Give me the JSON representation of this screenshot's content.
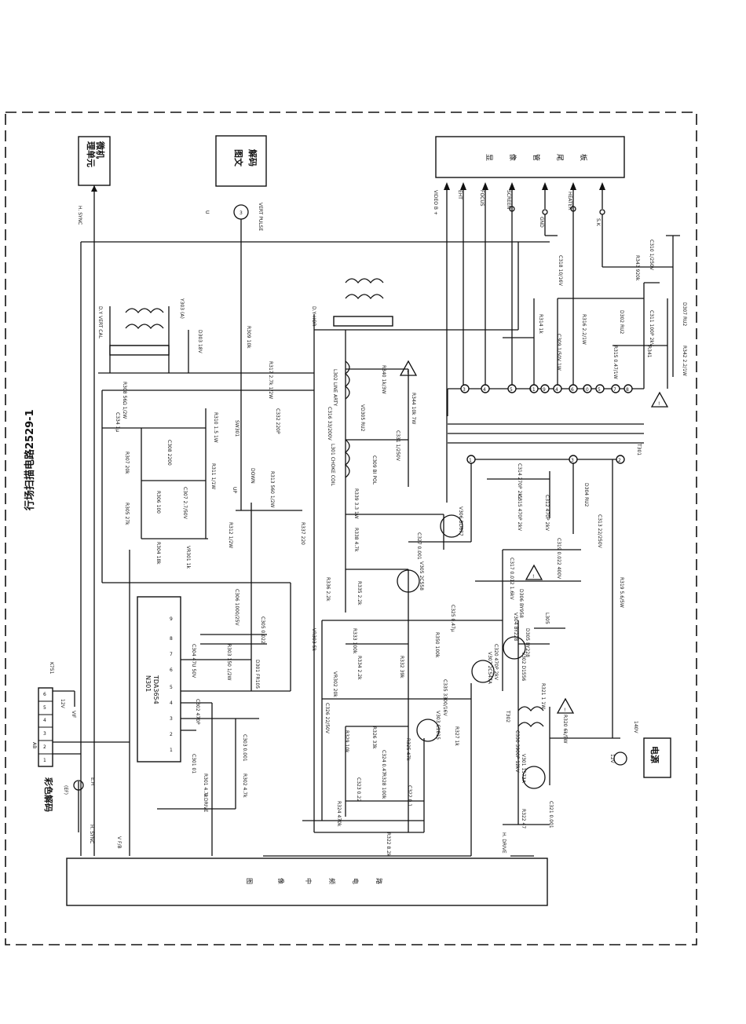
{
  "title": "行场扫描电路2529-1",
  "blocks": {
    "micro_unit": "微机\n理单元",
    "teletext": "图文\n解码",
    "crt_board": "显 像 管 尾 板",
    "color_decoder": "彩色解码",
    "if_circuit": "图 像 中 频 电 路",
    "power": "电源"
  },
  "signals": {
    "h_sync_top": "H. SYNC",
    "h_sync_left": "H. SYNC",
    "v_fb": "V F/B",
    "v_drive": "V DRIVE",
    "h_drive": "H. DRIVE",
    "vert_pulse": "VERT PULSE",
    "video_b": "VIDEO\nB +",
    "ehf": "EHT",
    "focus": "FOCUS",
    "screen": "SCREEN",
    "gnd": "GND",
    "heater": "HEATER",
    "sk": "S.K",
    "v_12": "12V",
    "v_140": "140V",
    "dy_vert": "D.Y\nVERT CAL",
    "dy_hor": "D.Y\nHOR",
    "ehft": "(EF)",
    "e_h": "E.H",
    "u_mark": "U",
    "up": "UP",
    "down": "DOWN",
    "k751": "K751",
    "ab": "AB",
    "v12_label": "12V",
    "vif": "VIF"
  },
  "ic": {
    "ref": "N301",
    "part": "TDA3654",
    "pins": [
      "1",
      "2",
      "3",
      "4",
      "5",
      "6",
      "7",
      "8",
      "9"
    ]
  },
  "transformer": {
    "ref": "T301",
    "pins": [
      "1",
      "2",
      "3",
      "4",
      "5",
      "6",
      "7",
      "8",
      "9",
      "10",
      "11"
    ]
  },
  "connector_pins": [
    "1",
    "2",
    "3",
    "4",
    "5",
    "6"
  ],
  "ic_pin_markers": [
    "3"
  ],
  "components": [
    {
      "ref": "R308",
      "value": "56Ω 1/2W"
    },
    {
      "ref": "C334",
      "value": "1μ"
    },
    {
      "ref": "R310",
      "value": "1.5 1W"
    },
    {
      "ref": "C308",
      "value": "2200"
    },
    {
      "ref": "R307",
      "value": "20k"
    },
    {
      "ref": "R311",
      "value": "1/1W"
    },
    {
      "ref": "R306",
      "value": "100"
    },
    {
      "ref": "C307",
      "value": "2.7/50V"
    },
    {
      "ref": "R305",
      "value": "27k"
    },
    {
      "ref": "R304",
      "value": "18k"
    },
    {
      "ref": "VR301",
      "value": "1k"
    },
    {
      "ref": "R312",
      "value": "1/2W"
    },
    {
      "ref": "R313",
      "value": "560 1/2W"
    },
    {
      "ref": "SW301",
      "value": ""
    },
    {
      "ref": "R309",
      "value": "10k"
    },
    {
      "ref": "R317",
      "value": "2.7k 1/2W"
    },
    {
      "ref": "C332",
      "value": "220P"
    },
    {
      "ref": "D303",
      "value": "18V"
    },
    {
      "ref": "Y303",
      "value": "(A)"
    },
    {
      "ref": "C306",
      "value": "1000/25V"
    },
    {
      "ref": "C305",
      "value": "0.022"
    },
    {
      "ref": "C304",
      "value": "47U 50V"
    },
    {
      "ref": "R303",
      "value": "150 1/2W"
    },
    {
      "ref": "D301",
      "value": "FR105"
    },
    {
      "ref": "C302",
      "value": "470P"
    },
    {
      "ref": "C303",
      "value": "0.001"
    },
    {
      "ref": "C301",
      "value": "01"
    },
    {
      "ref": "R301",
      "value": "4.7k"
    },
    {
      "ref": "R302",
      "value": "4.7k"
    },
    {
      "ref": "L302",
      "value": "LINE ARTY"
    },
    {
      "ref": "R340",
      "value": "1k/3W"
    },
    {
      "ref": "C316",
      "value": "33/200V"
    },
    {
      "ref": "VD305",
      "value": "RU2"
    },
    {
      "ref": "R344",
      "value": "10k 7W"
    },
    {
      "ref": "C331",
      "value": "1/250V"
    },
    {
      "ref": "L301",
      "value": "CHOKE COIL"
    },
    {
      "ref": "C309",
      "value": "BI POL AF 8.2/50V"
    },
    {
      "ref": "R339",
      "value": "3.3 1W"
    },
    {
      "ref": "R337",
      "value": "220"
    },
    {
      "ref": "R338",
      "value": "4.7k"
    },
    {
      "ref": "C327",
      "value": "0.001"
    },
    {
      "ref": "V306",
      "value": "BD677"
    },
    {
      "ref": "V305",
      "value": "2C558"
    },
    {
      "ref": "R336",
      "value": "2.2k"
    },
    {
      "ref": "R335",
      "value": "2.2k"
    },
    {
      "ref": "VR303",
      "value": "5k"
    },
    {
      "ref": "R333",
      "value": "100k"
    },
    {
      "ref": "R334",
      "value": "2.2k"
    },
    {
      "ref": "R332",
      "value": "39k"
    },
    {
      "ref": "VR302",
      "value": "20k"
    },
    {
      "ref": "R350",
      "value": "100k"
    },
    {
      "ref": "C325",
      "value": "0.47μ"
    },
    {
      "ref": "V307",
      "value": "2C547A"
    },
    {
      "ref": "C335",
      "value": "3300/16V"
    },
    {
      "ref": "C326",
      "value": "22/50V"
    },
    {
      "ref": "V303",
      "value": "C1815"
    },
    {
      "ref": "R327",
      "value": "1k"
    },
    {
      "ref": "R329",
      "value": "10k"
    },
    {
      "ref": "R326",
      "value": "33k"
    },
    {
      "ref": "R325",
      "value": "47k"
    },
    {
      "ref": "C324",
      "value": "0.47"
    },
    {
      "ref": "R328",
      "value": "100k"
    },
    {
      "ref": "C323",
      "value": "0.22"
    },
    {
      "ref": "C322",
      "value": "0.1"
    },
    {
      "ref": "R324",
      "value": "470k"
    },
    {
      "ref": "R322",
      "value": "8.2k"
    },
    {
      "ref": "C318",
      "value": "10/16V"
    },
    {
      "ref": "R314",
      "value": "1k"
    },
    {
      "ref": "C309B",
      "value": "1/50V 1W"
    },
    {
      "ref": "R316",
      "value": "2.2/1W"
    },
    {
      "ref": "C310",
      "value": "1/250V"
    },
    {
      "ref": "R343",
      "value": "920k"
    },
    {
      "ref": "D302",
      "value": "RU2"
    },
    {
      "ref": "C311",
      "value": "100P 2kV"
    },
    {
      "ref": "D307",
      "value": "RU2"
    },
    {
      "ref": "R315",
      "value": "0.47/1W"
    },
    {
      "ref": "R341",
      "value": ""
    },
    {
      "ref": "R342",
      "value": "2.2/1W"
    },
    {
      "ref": "C314",
      "value": "270P 2kV"
    },
    {
      "ref": "C315",
      "value": "470P 2kV"
    },
    {
      "ref": "C312",
      "value": "470P 2kV"
    },
    {
      "ref": "D304",
      "value": "RU2"
    },
    {
      "ref": "C313",
      "value": "22/250V"
    },
    {
      "ref": "C319",
      "value": "0.022 400V"
    },
    {
      "ref": "C317",
      "value": "0.012 1.6kV"
    },
    {
      "ref": "D306",
      "value": "BY958"
    },
    {
      "ref": "V304",
      "value": "BY228"
    },
    {
      "ref": "D305",
      "value": "BY228"
    },
    {
      "ref": "V302",
      "value": "D1556"
    },
    {
      "ref": "C320",
      "value": "470P 2kV"
    },
    {
      "ref": "L305",
      "value": ""
    },
    {
      "ref": "R319",
      "value": "5.6/5W"
    },
    {
      "ref": "R321",
      "value": "1 1W"
    },
    {
      "ref": "T302",
      "value": ""
    },
    {
      "ref": "R320",
      "value": "6k/5W"
    },
    {
      "ref": "C330",
      "value": "3900P 12kV"
    },
    {
      "ref": "V301",
      "value": "1573A"
    },
    {
      "ref": "C321",
      "value": "0.001"
    },
    {
      "ref": "R322B",
      "value": "47"
    }
  ]
}
